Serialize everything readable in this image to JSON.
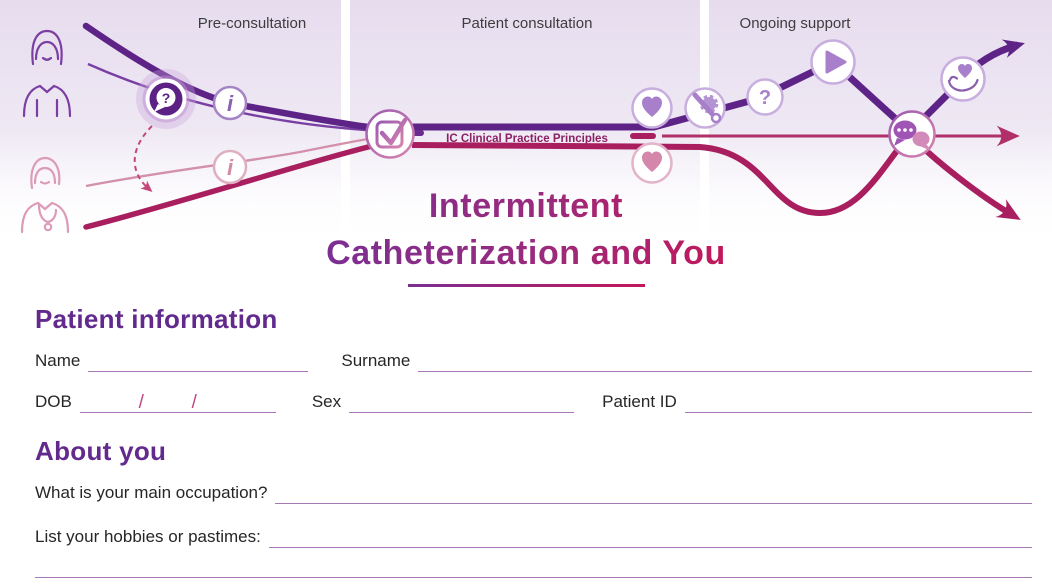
{
  "journey": {
    "stages": [
      {
        "label": "Pre-consultation"
      },
      {
        "label": "Patient consultation"
      },
      {
        "label": "Ongoing support"
      }
    ],
    "center_label": "IC Clinical Practice Principles",
    "glyphs": {
      "question_mark": "?",
      "info": "i"
    },
    "icons": [
      "patient-icon",
      "clinician-icon",
      "speech-question-icon",
      "info-icon-patient",
      "info-icon-clinician",
      "checklist-icon",
      "heart-icon-patient",
      "heart-icon-clinician",
      "maintenance-wrench-icon",
      "question-icon",
      "play-icon",
      "chat-bubbles-icon",
      "hand-heart-icon",
      "arrow-right-icons"
    ],
    "colors": {
      "purple_path": "#5e2387",
      "crimson_path": "#a81e5e",
      "magenta_path": "#b13069",
      "accent_light": "#a87fca"
    }
  },
  "title": {
    "line1": "Intermittent",
    "line2": "Catheterization and You"
  },
  "patient_information": {
    "heading": "Patient information",
    "fields": {
      "name": "Name",
      "surname": "Surname",
      "dob": "DOB",
      "dob_separator": "/",
      "sex": "Sex",
      "patient_id": "Patient ID"
    }
  },
  "about_you": {
    "heading": "About you",
    "questions": [
      {
        "label": "What is your main occupation?"
      },
      {
        "label": "List your hobbies or pastimes:"
      }
    ]
  }
}
